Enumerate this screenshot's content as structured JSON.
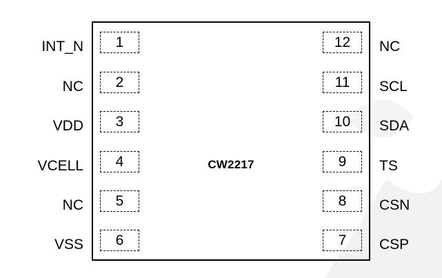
{
  "chip": {
    "name": "CW2217"
  },
  "pins_left": [
    {
      "number": "1",
      "label": "INT_N"
    },
    {
      "number": "2",
      "label": "NC"
    },
    {
      "number": "3",
      "label": "VDD"
    },
    {
      "number": "4",
      "label": "VCELL"
    },
    {
      "number": "5",
      "label": "NC"
    },
    {
      "number": "6",
      "label": "VSS"
    }
  ],
  "pins_right": [
    {
      "number": "12",
      "label": "NC"
    },
    {
      "number": "11",
      "label": "SCL"
    },
    {
      "number": "10",
      "label": "SDA"
    },
    {
      "number": "9",
      "label": "TS"
    },
    {
      "number": "8",
      "label": "CSN"
    },
    {
      "number": "7",
      "label": "CSP"
    }
  ],
  "colors": {
    "line": "#000000",
    "watermark": "#f0f0f0"
  }
}
